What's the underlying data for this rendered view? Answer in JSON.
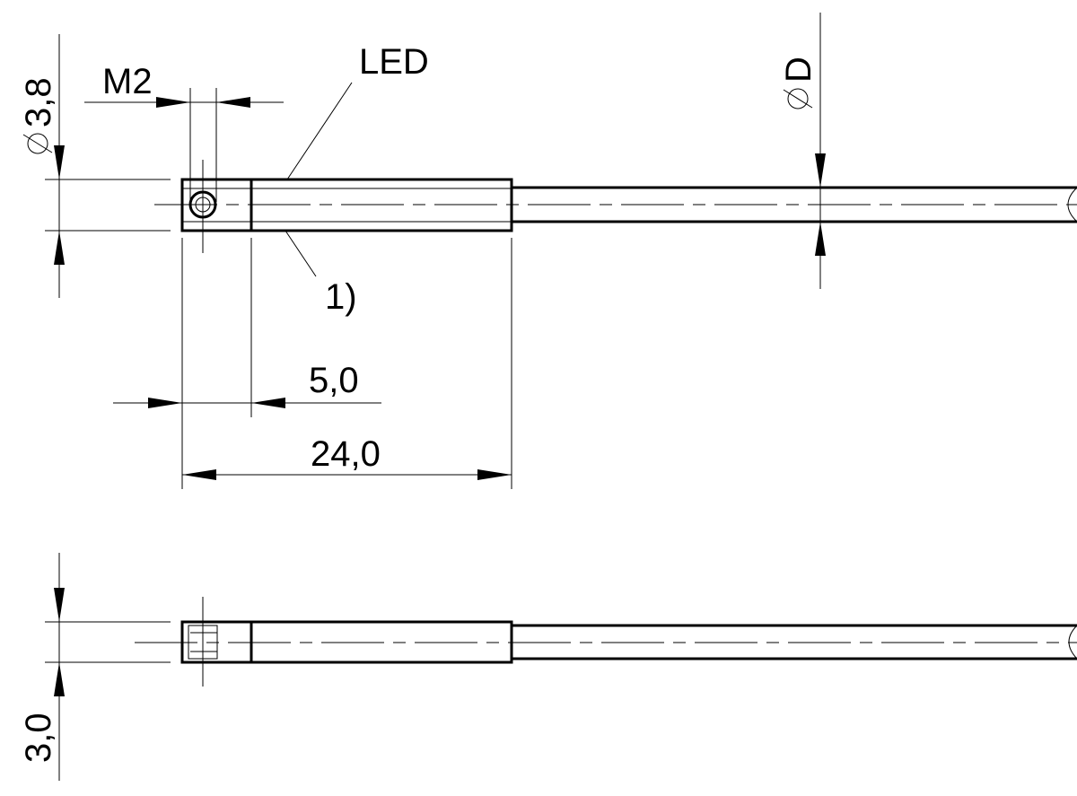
{
  "labels": {
    "diameter_head": "3,8",
    "thread": "M2",
    "led": "LED",
    "note": "1)",
    "diameter_cable": "D",
    "length_short": "5,0",
    "length_total": "24,0",
    "height_side": "3,0"
  }
}
